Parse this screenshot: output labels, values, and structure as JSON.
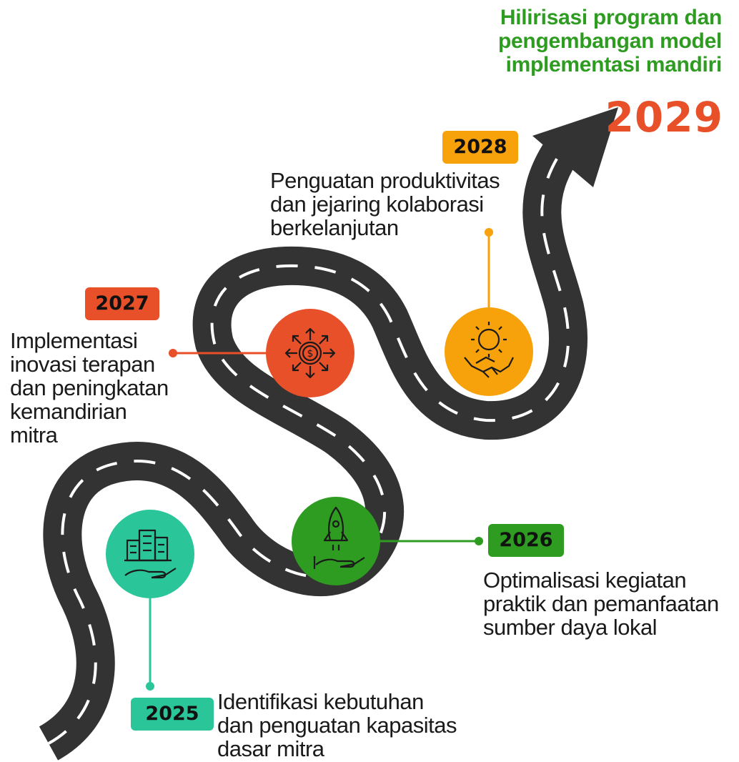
{
  "final": {
    "title_lines": [
      "Hilirisasi program dan",
      "pengembangan model",
      "implementasi mandiri"
    ],
    "year": "2029"
  },
  "milestones": [
    {
      "year": "2025",
      "desc_lines": [
        "Identifikasi kebutuhan",
        "dan penguatan kapasitas",
        "dasar mitra"
      ],
      "color": "#2bc59a",
      "icon": "building-hand-icon"
    },
    {
      "year": "2026",
      "desc_lines": [
        "Optimalisasi kegiatan",
        "praktik dan pemanfaatan",
        "sumber daya lokal"
      ],
      "color": "#2e9b21",
      "icon": "rocket-hand-icon"
    },
    {
      "year": "2027",
      "desc_lines": [
        "Implementasi",
        "inovasi terapan",
        "dan peningkatan",
        "kemandirian",
        "mitra"
      ],
      "color": "#e8502a",
      "icon": "dollar-arrows-icon"
    },
    {
      "year": "2028",
      "desc_lines": [
        "Penguatan produktivitas",
        "dan jejaring kolaborasi",
        "berkelanjutan"
      ],
      "color": "#f7a10b",
      "icon": "gear-handshake-icon"
    }
  ],
  "colors": {
    "road": "#333333",
    "lane": "#ffffff",
    "final_title": "#2e9b21",
    "final_year": "#e8502a"
  }
}
